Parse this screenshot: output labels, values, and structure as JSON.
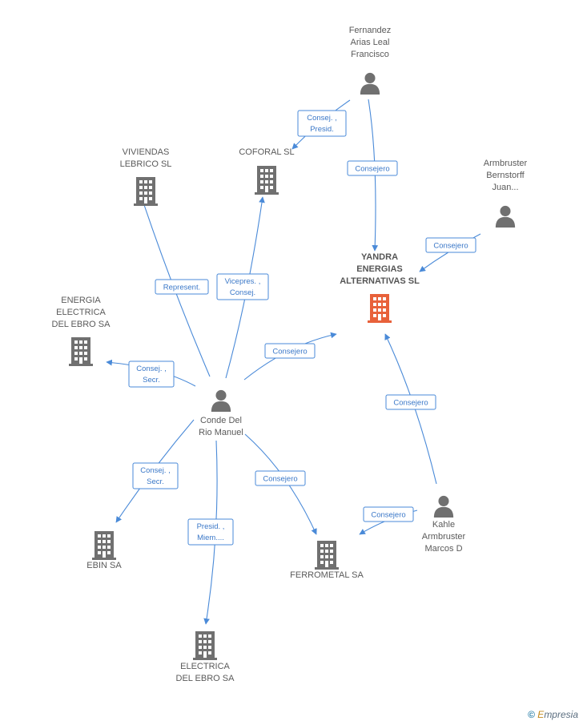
{
  "colors": {
    "edge": "#4a8ad8",
    "edge_text": "#3b78c8",
    "icon_gray": "#707070",
    "icon_main": "#e8613a"
  },
  "nodes": [
    {
      "id": "fernandez",
      "type": "person",
      "label": [
        "Fernandez",
        "Arias Leal",
        "Francisco"
      ],
      "main": false
    },
    {
      "id": "armbruster_b",
      "type": "person",
      "label": [
        "Armbruster",
        "Bernstorff",
        "Juan..."
      ],
      "main": false
    },
    {
      "id": "yandra",
      "type": "company",
      "label": [
        "YANDRA",
        "ENERGIAS",
        "ALTERNATIVAS SL"
      ],
      "main": true
    },
    {
      "id": "viviendas",
      "type": "company",
      "label": [
        "VIVIENDAS",
        "LEBRICO SL"
      ],
      "main": false
    },
    {
      "id": "coforal",
      "type": "company",
      "label": [
        "COFORAL SL"
      ],
      "main": false
    },
    {
      "id": "energia",
      "type": "company",
      "label": [
        "ENERGIA",
        "ELECTRICA",
        "DEL EBRO SA"
      ],
      "main": false
    },
    {
      "id": "conde",
      "type": "person",
      "label": [
        "Conde Del",
        "Rio Manuel"
      ],
      "main": false
    },
    {
      "id": "ebin",
      "type": "company",
      "label": [
        "EBIN SA"
      ],
      "main": false
    },
    {
      "id": "electrica",
      "type": "company",
      "label": [
        "ELECTRICA",
        "DEL EBRO SA"
      ],
      "main": false
    },
    {
      "id": "ferrometal",
      "type": "company",
      "label": [
        "FERROMETAL SA"
      ],
      "main": false
    },
    {
      "id": "kahle",
      "type": "person",
      "label": [
        "Kahle",
        "Armbruster",
        "Marcos D"
      ],
      "main": false
    }
  ],
  "edges": [
    {
      "id": "e1",
      "from": "fernandez",
      "to": "coforal",
      "label": [
        "Consej. ,",
        "Presid."
      ]
    },
    {
      "id": "e2",
      "from": "fernandez",
      "to": "yandra",
      "label": [
        "Consejero"
      ]
    },
    {
      "id": "e3",
      "from": "armbruster_b",
      "to": "yandra",
      "label": [
        "Consejero"
      ]
    },
    {
      "id": "e4",
      "from": "conde",
      "to": "viviendas",
      "label": [
        "Represent."
      ]
    },
    {
      "id": "e5",
      "from": "conde",
      "to": "coforal",
      "label": [
        "Vicepres. ,",
        "Consej."
      ]
    },
    {
      "id": "e6",
      "from": "conde",
      "to": "energia",
      "label": [
        "Consej. ,",
        "Secr."
      ]
    },
    {
      "id": "e7",
      "from": "conde",
      "to": "yandra",
      "label": [
        "Consejero"
      ]
    },
    {
      "id": "e8",
      "from": "conde",
      "to": "ebin",
      "label": [
        "Consej. ,",
        "Secr."
      ]
    },
    {
      "id": "e9",
      "from": "conde",
      "to": "electrica",
      "label": [
        "Presid. ,",
        "Miem...."
      ]
    },
    {
      "id": "e10",
      "from": "conde",
      "to": "ferrometal",
      "label": [
        "Consejero"
      ]
    },
    {
      "id": "e11",
      "from": "kahle",
      "to": "yandra",
      "label": [
        "Consejero"
      ]
    },
    {
      "id": "e12",
      "from": "kahle",
      "to": "ferrometal",
      "label": [
        "Consejero"
      ]
    }
  ],
  "footer": {
    "copyright": "©",
    "brand_initial": "E",
    "brand_rest": "mpresia"
  }
}
